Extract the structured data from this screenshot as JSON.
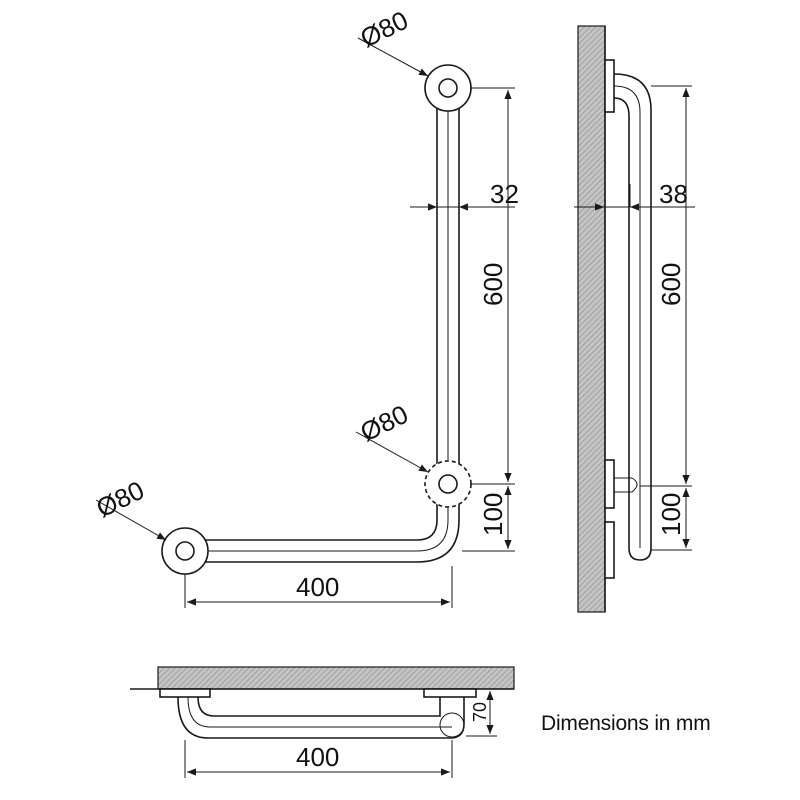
{
  "labels": {
    "dia_top": "Ø80",
    "dia_mid": "Ø80",
    "dia_left": "Ø80",
    "front_offset": "32",
    "front_height": "600",
    "front_lower": "100",
    "front_width": "400",
    "side_offset": "38",
    "side_height": "600",
    "side_lower": "100",
    "plan_width": "400",
    "plan_depth": "70",
    "note": "Dimensions in mm"
  },
  "colors": {
    "line": "#1a1a1a",
    "wall_fill": "#b5b5b5"
  }
}
